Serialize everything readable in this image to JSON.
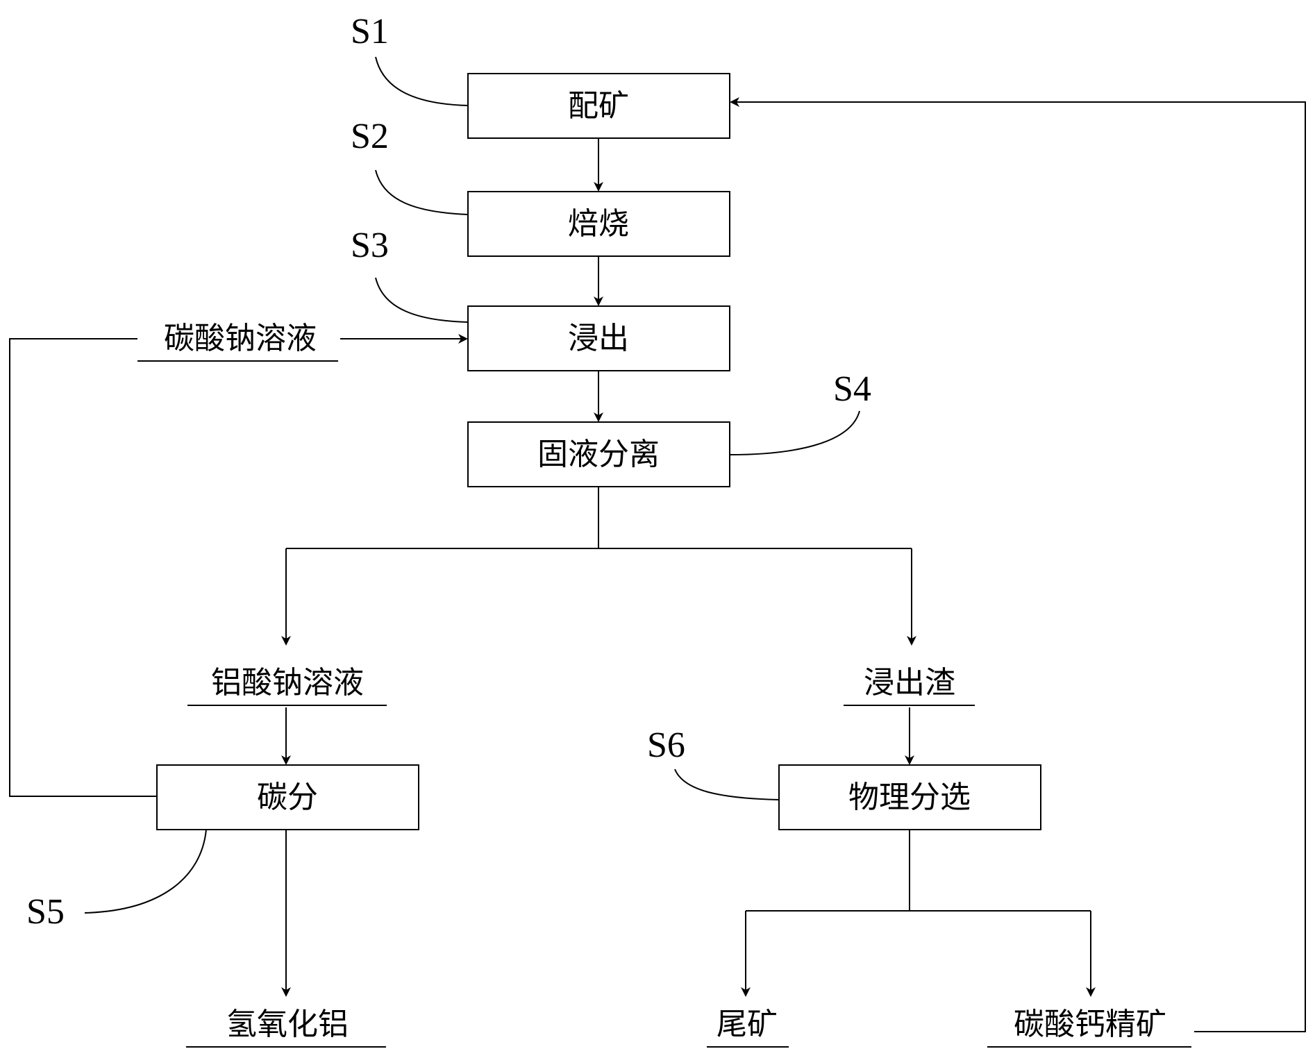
{
  "nodes": {
    "ore_blending": "配矿",
    "roasting": "焙烧",
    "leaching": "浸出",
    "solid_liquid_separation": "固液分离",
    "sodium_carbonate_solution": "碳酸钠溶液",
    "sodium_aluminate_solution": "铝酸钠溶液",
    "leach_residue": "浸出渣",
    "carbonation": "碳分",
    "physical_separation": "物理分选",
    "aluminum_hydroxide": "氢氧化铝",
    "tailings": "尾矿",
    "calcium_carbonate_concentrate": "碳酸钙精矿"
  },
  "steps": {
    "s1": "S1",
    "s2": "S2",
    "s3": "S3",
    "s4": "S4",
    "s5": "S5",
    "s6": "S6"
  },
  "colors": {
    "line": "#000000",
    "background": "#ffffff"
  }
}
